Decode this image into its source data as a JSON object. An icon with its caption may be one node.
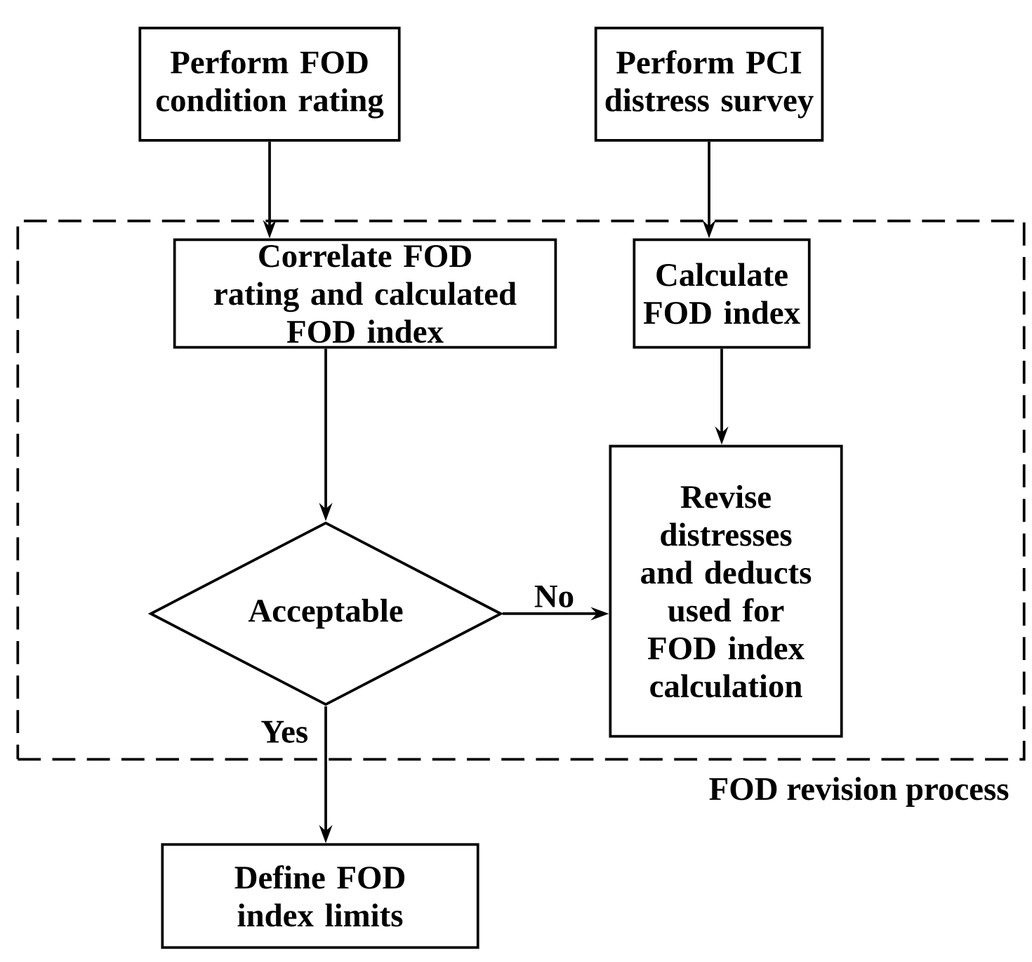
{
  "diagram": {
    "nodes": [
      {
        "text": [
          "Perform FOD condition rating"
        ]
      },
      {
        "text": [
          "Perform PCI distress survey"
        ]
      },
      {
        "text": [
          "FOD revision process"
        ]
      },
      {
        "text": [
          "Correlate FOD rating and calculated FOD index"
        ],
        "in": 2
      },
      {
        "text": [
          "Calculate FOD index"
        ],
        "in": 2
      },
      {
        "text": [
          "Acceptable"
        ],
        "in": 2
      },
      {
        "text": [
          "Revise distresses and deducts used for FOD index calculation"
        ],
        "in": 2
      },
      {
        "text": [
          "Define FOD index limits"
        ]
      }
    ],
    "edges": [
      {
        "from": 0,
        "to": 3,
        "arrow": "to"
      },
      {
        "from": 1,
        "to": 4,
        "arrow": "to"
      },
      {
        "from": 3,
        "to": 5,
        "arrow": "to"
      },
      {
        "from": 4,
        "to": 6,
        "arrow": "to"
      },
      {
        "from": 5,
        "to": 6,
        "arrow": "to",
        "label": "No"
      },
      {
        "from": 5,
        "to": 7,
        "arrow": "to",
        "label": "Yes"
      }
    ]
  }
}
